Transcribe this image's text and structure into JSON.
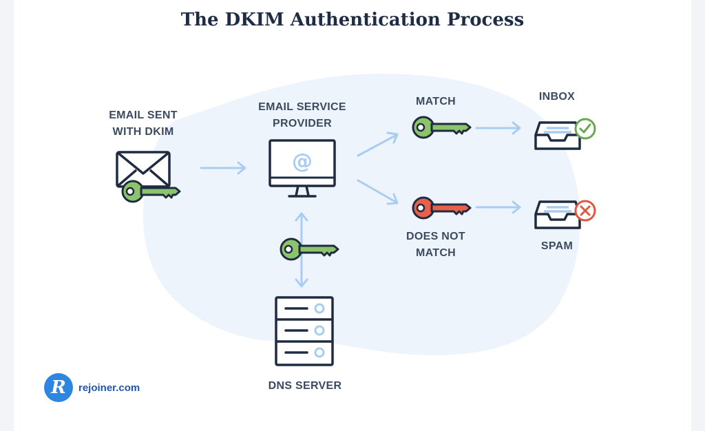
{
  "title": "The DKIM Authentication Process",
  "nodes": {
    "sender": {
      "label_line1": "EMAIL SENT",
      "label_line2": "WITH DKIM"
    },
    "provider": {
      "label_line1": "EMAIL SERVICE",
      "label_line2": "PROVIDER"
    },
    "match": {
      "label": "MATCH"
    },
    "no_match": {
      "label_line1": "DOES NOT",
      "label_line2": "MATCH"
    },
    "inbox": {
      "label": "INBOX"
    },
    "spam": {
      "label": "SPAM"
    },
    "dns": {
      "label": "DNS SERVER"
    }
  },
  "brand": {
    "mark": "R",
    "name": "rejoiner.com"
  },
  "colors": {
    "outline": "#1e2b40",
    "arrow": "#a9cdf0",
    "blob": "#eef4fb",
    "key_green": "#8cc36b",
    "key_red": "#e8604c",
    "check": "#6aa84f",
    "cross": "#e0563f",
    "screen_accent": "#a9cdf0"
  }
}
